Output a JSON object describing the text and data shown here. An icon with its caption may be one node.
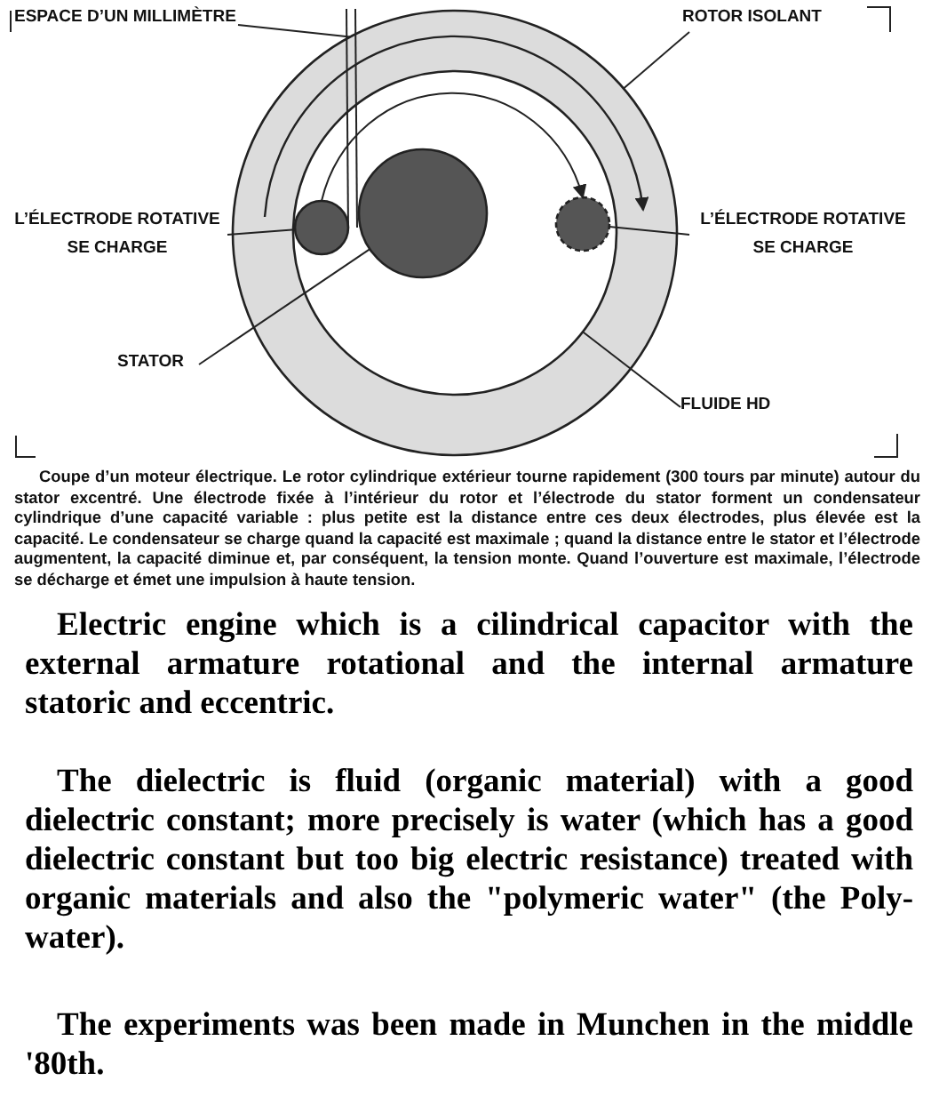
{
  "diagram": {
    "caption": "Coupe d’un moteur électrique. Le rotor cylindrique extérieur tourne rapidement (300 tours par minute) autour du stator excentré. Une électrode fixée à l’intérieur du rotor et l’électrode du stator forment un condensateur cylindrique d’une capacité variable : plus petite est la distance entre ces deux électrodes, plus élevée est la capacité. Le condensateur se charge quand la capacité est maximale ; quand la distance entre le stator et l’électrode augmentent, la capacité diminue et, par conséquent, la tension monte. Quand l’ouverture est maximale, l’électrode se décharge et émet une impulsion à haute tension.",
    "nodes": [
      {
        "text": [
          "ESPACE D’UN MILLIMÈTRE"
        ]
      },
      {
        "text": [
          "ROTOR ISOLANT"
        ]
      },
      {
        "text": [
          "L’ÉLECTRODE ROTATIVE SE CHARGE"
        ]
      },
      {
        "text": [
          "L’ÉLECTRODE ROTATIVE SE CHARGE"
        ]
      },
      {
        "text": [
          "STATOR"
        ]
      },
      {
        "text": [
          "FLUIDE HD"
        ]
      },
      {
        "text": [],
        "shape": "circle"
      },
      {
        "text": [],
        "shape": "circle",
        "in": 6
      },
      {
        "text": [],
        "shape": "circle",
        "in": 7
      },
      {
        "text": [],
        "shape": "circle",
        "in": 7
      },
      {
        "text": [],
        "shape": "circle",
        "in": 7
      }
    ],
    "edges": [
      {
        "from": 0,
        "to": 6,
        "arrow": "none"
      },
      {
        "from": 1,
        "to": 6,
        "arrow": "none"
      },
      {
        "from": 2,
        "to": 9,
        "arrow": "none"
      },
      {
        "from": 3,
        "to": 10,
        "arrow": "none"
      },
      {
        "from": 4,
        "to": 8,
        "arrow": "none"
      },
      {
        "from": 5,
        "to": 7,
        "arrow": "none"
      },
      {
        "from": 9,
        "to": 10,
        "arrow": "to"
      }
    ],
    "labels": [
      "Electric engine which is a cilindrical capacitor with the external armature rotational and the internal armature statoric and eccentric.",
      "The dielectric is fluid (organic material) with a good dielectric constant; more precisely is water (which has a good dielectric constant but too big electric resistance) treated with organic materials and also the \"polymeric water\" (the Poly-water).",
      "The experiments was been made in Munchen in the middle '80th."
    ]
  }
}
